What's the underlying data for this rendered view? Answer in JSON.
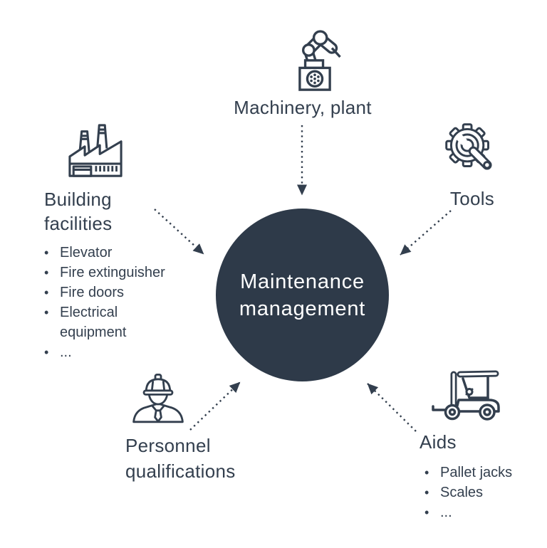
{
  "title": "Maintenance management diagram",
  "colors": {
    "circle_fill": "#2e3a49",
    "ink": "#333f4e",
    "text_on_circle": "#ffffff",
    "background": "#ffffff"
  },
  "center": {
    "line1": "Maintenance",
    "line2": "management"
  },
  "nodes": {
    "machinery": {
      "label": "Machinery, plant",
      "icon": "robot-arm-icon"
    },
    "tools": {
      "label": "Tools",
      "icon": "gear-wrench-icon"
    },
    "building": {
      "label_line1": "Building",
      "label_line2": "facilities",
      "icon": "factory-icon",
      "items": [
        "Elevator",
        "Fire extinguisher",
        "Fire doors",
        "Electrical equipment",
        "..."
      ]
    },
    "personnel": {
      "label_line1": "Personnel",
      "label_line2": "qualifications",
      "icon": "worker-icon"
    },
    "aids": {
      "label": "Aids",
      "icon": "forklift-icon",
      "items": [
        "Pallet jacks",
        "Scales",
        "..."
      ]
    }
  }
}
